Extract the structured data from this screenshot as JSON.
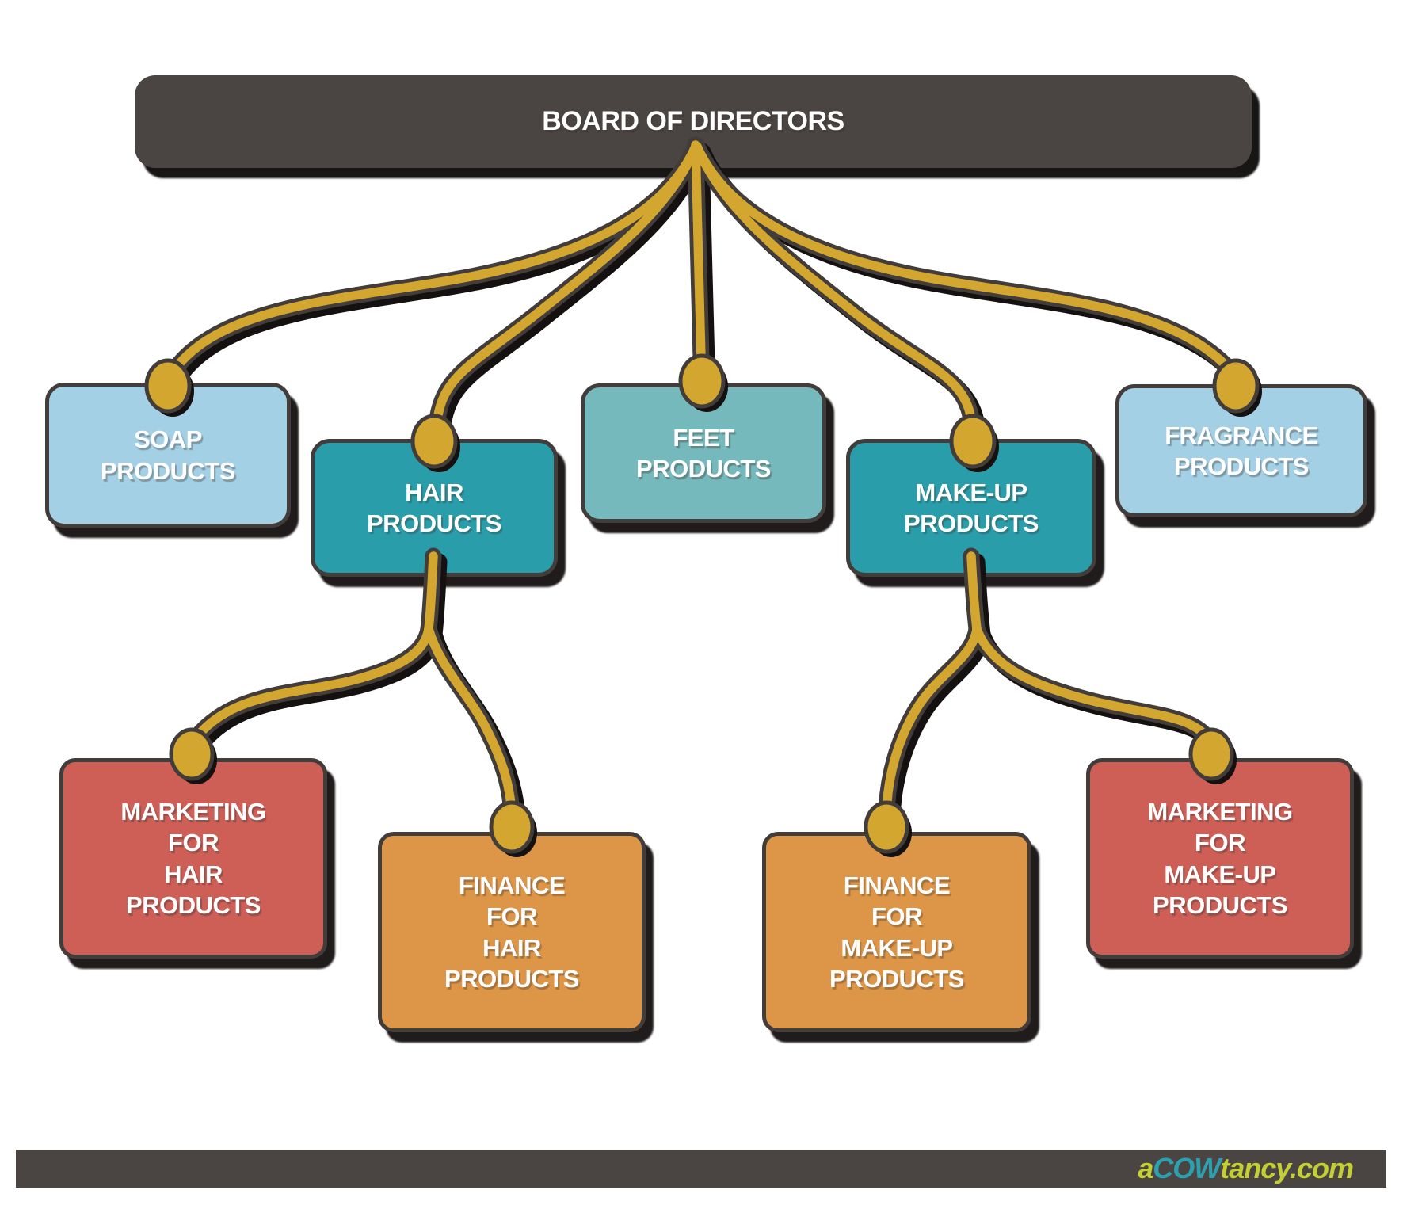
{
  "diagram": {
    "board": {
      "label": "BOARD OF DIRECTORS"
    },
    "level2": {
      "soap": {
        "label": "SOAP\nPRODUCTS"
      },
      "hair": {
        "label": "HAIR\nPRODUCTS"
      },
      "feet": {
        "label": "FEET\nPRODUCTS"
      },
      "makeup": {
        "label": "MAKE-UP\nPRODUCTS"
      },
      "fragrance": {
        "label": "FRAGRANCE\nPRODUCTS"
      }
    },
    "level3": {
      "marketing_hair": {
        "label": "MARKETING\nFOR\nHAIR\nPRODUCTS"
      },
      "finance_hair": {
        "label": "FINANCE\nFOR\nHAIR\nPRODUCTS"
      },
      "finance_makeup": {
        "label": "FINANCE\nFOR\nMAKE-UP\nPRODUCTS"
      },
      "marketing_makeup": {
        "label": "MARKETING\nFOR\nMAKE-UP\nPRODUCTS"
      }
    },
    "edges": [
      {
        "from": "BOARD OF DIRECTORS",
        "to": "SOAP PRODUCTS"
      },
      {
        "from": "BOARD OF DIRECTORS",
        "to": "HAIR PRODUCTS"
      },
      {
        "from": "BOARD OF DIRECTORS",
        "to": "FEET PRODUCTS"
      },
      {
        "from": "BOARD OF DIRECTORS",
        "to": "MAKE-UP PRODUCTS"
      },
      {
        "from": "BOARD OF DIRECTORS",
        "to": "FRAGRANCE PRODUCTS"
      },
      {
        "from": "HAIR PRODUCTS",
        "to": "MARKETING FOR HAIR PRODUCTS"
      },
      {
        "from": "HAIR PRODUCTS",
        "to": "FINANCE FOR HAIR PRODUCTS"
      },
      {
        "from": "MAKE-UP PRODUCTS",
        "to": "FINANCE FOR MAKE-UP PRODUCTS"
      },
      {
        "from": "MAKE-UP PRODUCTS",
        "to": "MARKETING FOR MAKE-UP PRODUCTS"
      }
    ]
  },
  "footer": {
    "brand": {
      "part1": "a",
      "part2": "COW",
      "part3": "tancy.com"
    }
  },
  "colors": {
    "board_bg": "#4a4442",
    "light_blue": "#a3d0e4",
    "teal": "#2a9daa",
    "sea_green": "#76b9bc",
    "red": "#cd5f57",
    "orange": "#dd9647",
    "connector_gold": "#d2a62f",
    "connector_outline": "#423d3b",
    "footer_bg": "#4a4443",
    "brand_green": "#c3cf32",
    "brand_teal": "#2ba1b0",
    "text": "#ffffff"
  }
}
